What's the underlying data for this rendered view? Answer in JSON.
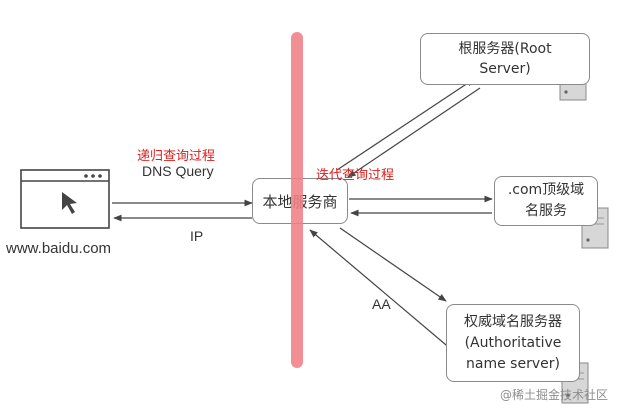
{
  "nodes": {
    "root": "根服务器(Root\nServer)",
    "local": "本地服务商",
    "com": ".com顶级域\n名服务",
    "auth": "权威域名服务器\n(Authoritative\nname server)"
  },
  "labels": {
    "recursive": "递归查询过程",
    "dns_query": "DNS Query",
    "iterative": "迭代查询过程",
    "ip": "IP",
    "aa": "AA",
    "browser_url": "www.baidu.com"
  },
  "watermark": "@稀土掘金技术社区",
  "colors": {
    "annotation_red": "#d9201f",
    "divider_pink": "#f07f86",
    "line": "#444444"
  }
}
